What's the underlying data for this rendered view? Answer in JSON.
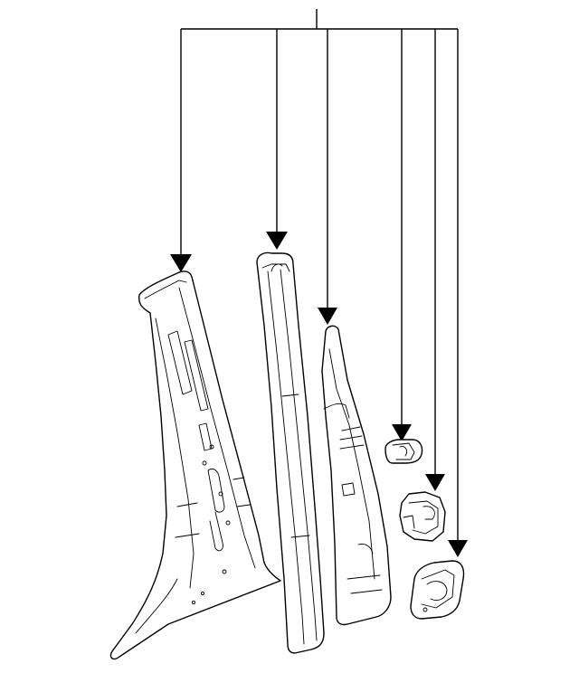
{
  "diagram": {
    "type": "exploded-parts-view",
    "parts": [
      {
        "id": "pillar-trim-panel",
        "icon": "b-pillar-trim-icon"
      },
      {
        "id": "weatherstrip-garnish",
        "icon": "garnish-strip-icon"
      },
      {
        "id": "upper-trim-cover",
        "icon": "upper-cover-icon"
      },
      {
        "id": "clip-a",
        "icon": "clip-icon"
      },
      {
        "id": "clip-b",
        "icon": "retainer-icon"
      },
      {
        "id": "clip-c",
        "icon": "bracket-icon"
      }
    ],
    "colors": {
      "line": "#000000",
      "background": "#ffffff"
    }
  }
}
